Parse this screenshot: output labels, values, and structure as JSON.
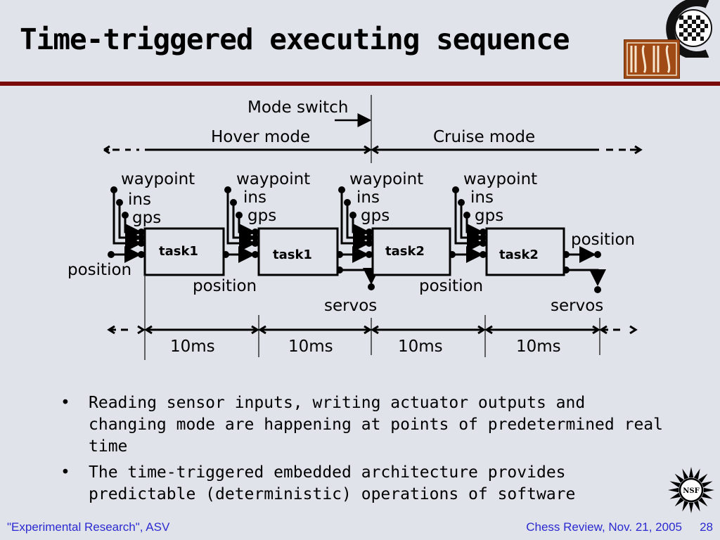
{
  "slide": {
    "title": "Time-triggered executing sequence",
    "page_number": "28",
    "footer_left": "\"Experimental Research\", ASV",
    "footer_right": "Chess Review, Nov. 21, 2005",
    "accent_color": "#7b0a0a",
    "footer_color": "#2a2ad0"
  },
  "logos": {
    "chess": "chess-logo",
    "isis": "ISIS",
    "nsf": "NSF"
  },
  "diagram": {
    "mode_switch_label": "Mode switch",
    "modes": [
      {
        "label": "Hover mode"
      },
      {
        "label": "Cruise mode"
      }
    ],
    "tasks": [
      {
        "label": "task1",
        "inputs": [
          "waypoint",
          "ins",
          "gps"
        ],
        "position_in": "position",
        "position_out": "position",
        "servos": ""
      },
      {
        "label": "task1",
        "inputs": [
          "waypoint",
          "ins",
          "gps"
        ],
        "position_in": "",
        "position_out": "",
        "servos": "servos"
      },
      {
        "label": "task2",
        "inputs": [
          "waypoint",
          "ins",
          "gps"
        ],
        "position_in": "",
        "position_out": "position",
        "servos": ""
      },
      {
        "label": "task2",
        "inputs": [
          "waypoint",
          "ins",
          "gps"
        ],
        "position_in": "",
        "position_out": "position",
        "servos": "servos"
      }
    ],
    "periods": [
      "10ms",
      "10ms",
      "10ms",
      "10ms"
    ]
  },
  "bullets": [
    "Reading sensor inputs, writing actuator outputs and changing mode are happening at points of predetermined real time",
    "The time-triggered embedded architecture provides predictable (deterministic) operations of software"
  ]
}
